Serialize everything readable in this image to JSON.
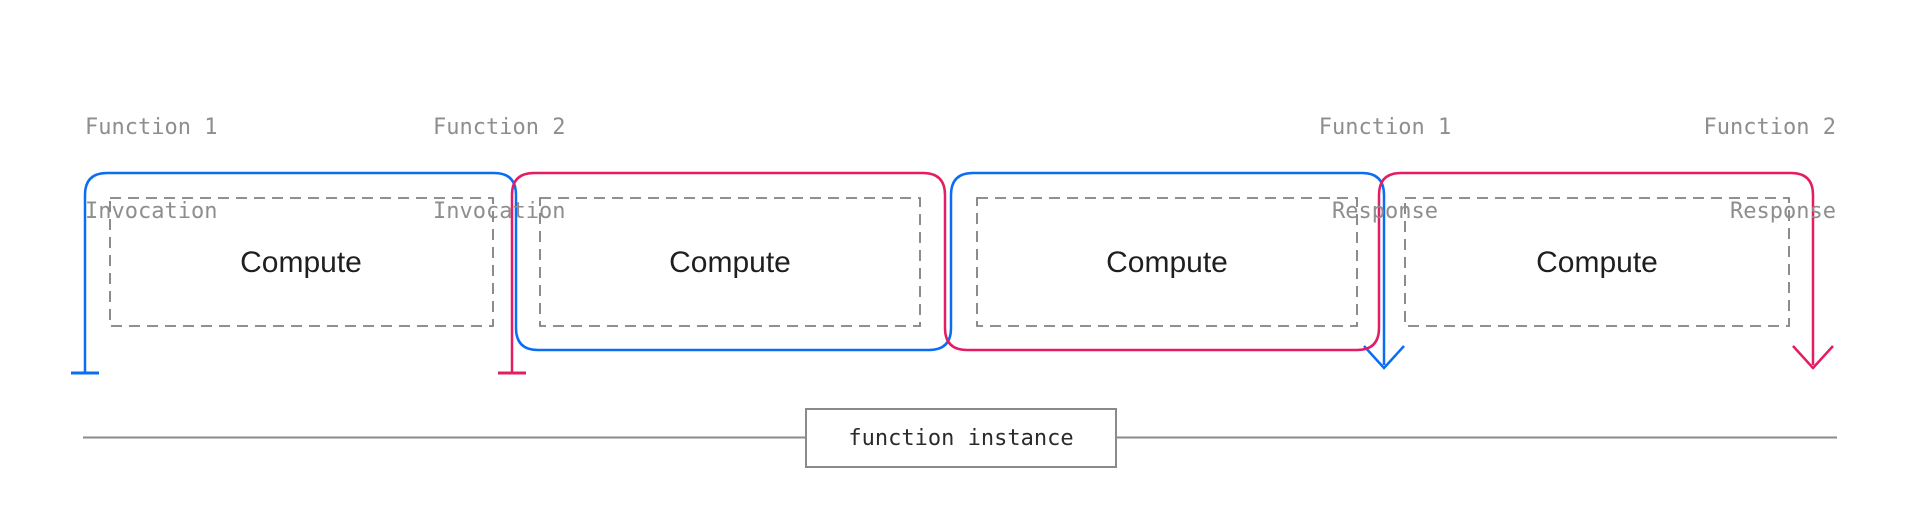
{
  "colors": {
    "function1_blue": "#0c6df2",
    "function2_pink": "#e31c64",
    "timeline_gray": "#8a8a8a",
    "dash_gray": "#808080",
    "annotation_gray": "#8e8e8e",
    "text_dark": "#1f1f1f"
  },
  "annotations": {
    "fn1_invocation": {
      "line1": "Function 1",
      "line2": "Invocation"
    },
    "fn2_invocation": {
      "line1": "Function 2",
      "line2": "Invocation"
    },
    "fn1_response": {
      "line1": "Function 1",
      "line2": "Response"
    },
    "fn2_response": {
      "line1": "Function 2",
      "line2": "Response"
    }
  },
  "compute_boxes": [
    {
      "label": "Compute"
    },
    {
      "label": "Compute"
    },
    {
      "label": "Compute"
    },
    {
      "label": "Compute"
    }
  ],
  "timeline": {
    "label": "function instance"
  }
}
